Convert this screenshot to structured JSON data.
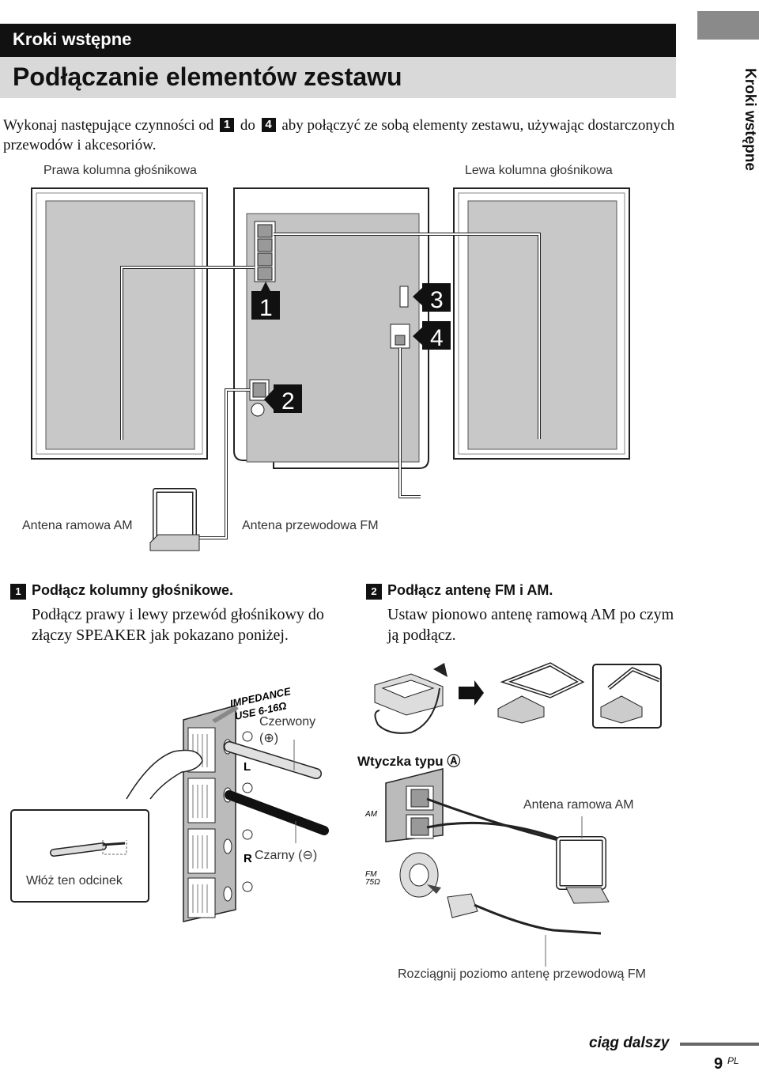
{
  "header": {
    "section_label": "Kroki wstępne",
    "page_title": "Podłączanie elementów zestawu",
    "side_tab": "Kroki wstępne"
  },
  "intro": {
    "part1": "Wykonaj następujące czynności od",
    "num_start": "1",
    "part2": "do",
    "num_end": "4",
    "part3": "aby połączyć ze sobą elementy zestawu, używając dostarczonych przewodów i akcesoriów."
  },
  "diagram_top": {
    "right_speaker": "Prawa kolumna głośnikowa",
    "left_speaker": "Lewa kolumna głośnikowa",
    "am_loop": "Antena ramowa AM",
    "fm_wire": "Antena przewodowa FM",
    "callouts": [
      "1",
      "2",
      "3",
      "4"
    ]
  },
  "steps": [
    {
      "number": "1",
      "heading": "Podłącz kolumny głośnikowe.",
      "body": "Podłącz prawy i lewy przewód głośnikowy do złączy SPEAKER jak pokazano poniżej."
    },
    {
      "number": "2",
      "heading": "Podłącz antenę FM i AM.",
      "body": "Ustaw pionowo antenę ramową AM po czym ją podłącz."
    }
  ],
  "diagram_speaker": {
    "impedance_line1": "IMPEDANCE",
    "impedance_line2": "USE 6-16Ω",
    "red_label": "Czerwony",
    "red_symbol": "(⊕)",
    "black_label": "Czarny (⊖)",
    "insert_label": "Włóż ten odcinek",
    "channel_l": "L",
    "channel_r": "R"
  },
  "diagram_antenna": {
    "plug_label": "Wtyczka typu Ⓐ",
    "am_jack": "AM",
    "fm_jack_line1": "FM",
    "fm_jack_line2": "75Ω",
    "am_loop_label": "Antena ramowa AM",
    "extend_label": "Rozciągnij poziomo antenę przewodową FM"
  },
  "footer": {
    "continued": "ciąg dalszy",
    "page_number": "9",
    "page_suffix": "PL"
  }
}
